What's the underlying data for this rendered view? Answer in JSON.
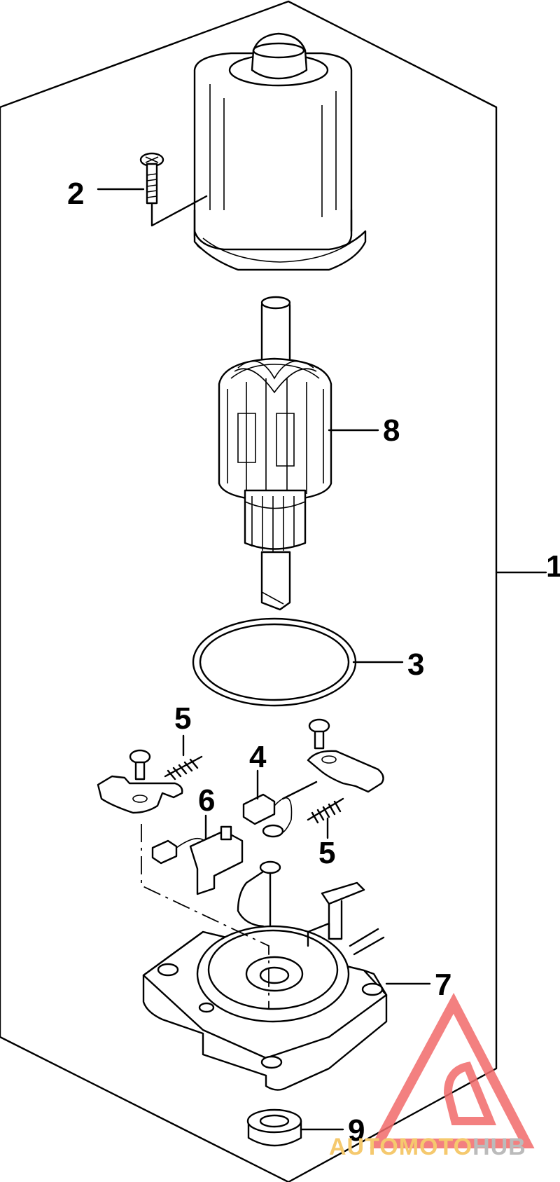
{
  "diagram": {
    "callouts": [
      {
        "id": "housing",
        "label": "2"
      },
      {
        "id": "assembly",
        "label": "1"
      },
      {
        "id": "armature",
        "label": "8"
      },
      {
        "id": "oring",
        "label": "3"
      },
      {
        "id": "spring-left",
        "label": "5"
      },
      {
        "id": "brush-right",
        "label": "4"
      },
      {
        "id": "brush-left",
        "label": "6"
      },
      {
        "id": "spring-right",
        "label": "5"
      },
      {
        "id": "end-cap",
        "label": "7"
      },
      {
        "id": "bearing",
        "label": "9"
      }
    ]
  },
  "watermark": {
    "text_part1": "AUTOMOTO",
    "text_part2": "HUB",
    "color_part1": "#f5c96e",
    "color_part2": "#bbbbbb",
    "logo_color": "#f26b6b"
  }
}
